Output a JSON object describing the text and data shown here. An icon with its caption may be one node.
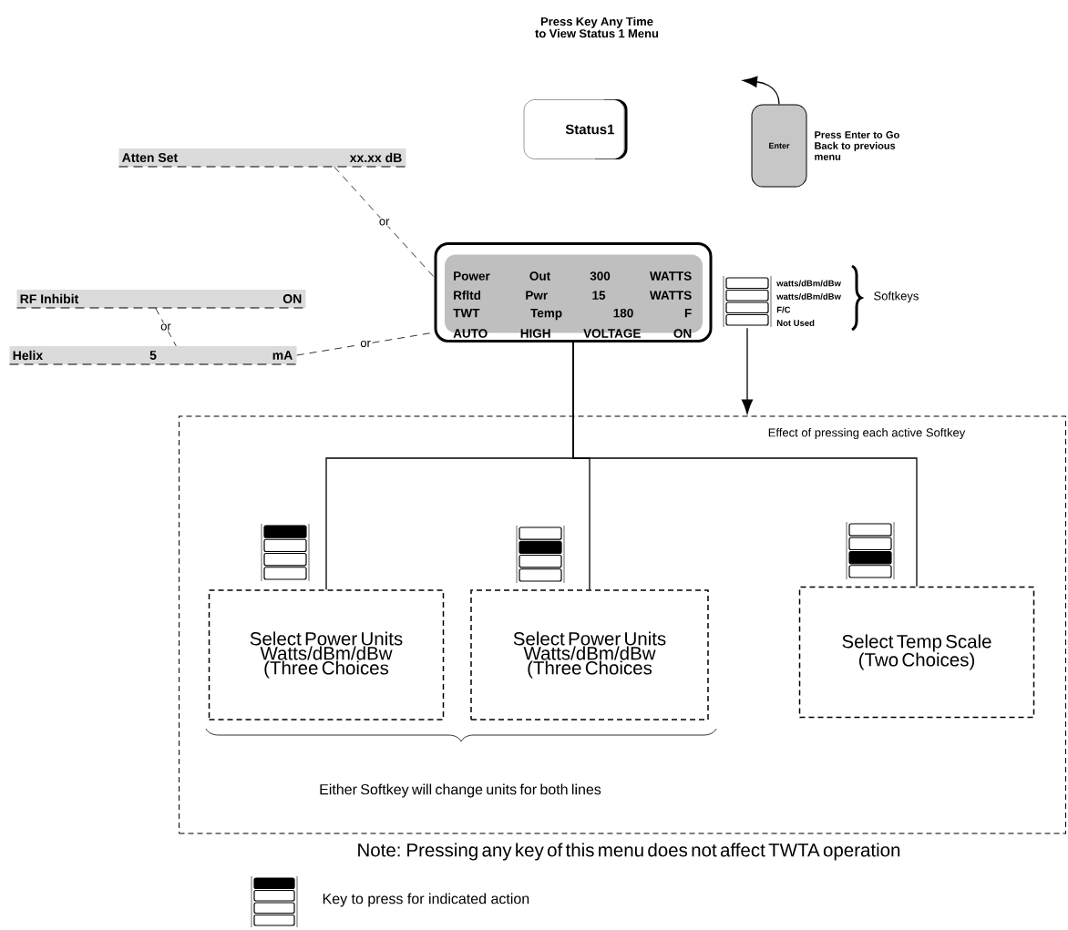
{
  "diagram": {
    "nodes": [
      {
        "text": [
          "Status1"
        ]
      },
      {
        "text": [
          "Enter"
        ],
        "beside": [
          "Press Enter to Go Back to previous menu"
        ]
      },
      {
        "text": [
          "Atten Set",
          "xx.xx dB"
        ]
      },
      {
        "text": [
          "RF Inhibit",
          "ON"
        ]
      },
      {
        "text": [
          "Helix",
          "5",
          "mA"
        ]
      },
      {
        "text": [
          "Power Out 300 WATTS",
          "Rfltd Pwr 15 WATTS",
          "TWT Temp 180 F",
          "AUTO HIGH VOLTAGE ON"
        ]
      },
      {
        "text": [],
        "shape": "box",
        "beside": [
          "watts/dBm/dBw",
          "watts/dBm/dBw",
          "F/C",
          "Not Used",
          "Softkeys"
        ]
      },
      {
        "text": [
          "Effect of pressing each active Softkey"
        ]
      },
      {
        "text": [
          "Select Power Units Watts/dBm/dBw (Three Choices"
        ],
        "in": 7
      },
      {
        "text": [
          "Select Power Units Watts/dBm/dBw (Three Choices"
        ],
        "in": 7
      },
      {
        "text": [
          "Select Temp Scale (Two Choices)"
        ],
        "in": 7
      }
    ],
    "edges": [
      {
        "from": 1,
        "to": null,
        "arrow": "to"
      },
      {
        "from": 2,
        "to": 5,
        "arrow": "none",
        "label": "or",
        "style": "dashed"
      },
      {
        "from": 3,
        "to": 4,
        "arrow": "none",
        "label": "or",
        "style": "dashed"
      },
      {
        "from": 4,
        "to": 5,
        "arrow": "none",
        "label": "or",
        "style": "dashed"
      },
      {
        "from": 6,
        "to": 7,
        "arrow": "to"
      },
      {
        "from": 5,
        "to": 8,
        "arrow": "none"
      },
      {
        "from": 5,
        "to": 9,
        "arrow": "none"
      },
      {
        "from": 5,
        "to": 10,
        "arrow": "none"
      }
    ],
    "labels": [
      "Press Key Any Time to View Status 1 Menu",
      "Either Softkey will change units for both lines",
      "Note: Pressing any key of this menu does not affect TWTA operation"
    ],
    "legend": [
      {
        "text": "Key to press for indicated action"
      }
    ]
  }
}
